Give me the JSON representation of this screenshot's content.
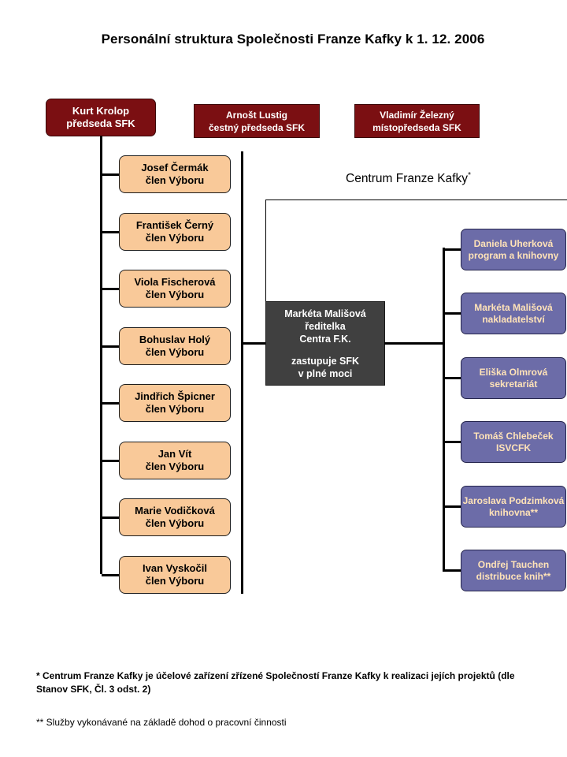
{
  "title": "Personální struktura Společnosti Franze Kafky k 1. 12. 2006",
  "leadership": [
    {
      "name": "Kurt Krolop",
      "role": "předseda SFK"
    },
    {
      "name": "Arnošt Lustig",
      "role": "čestný předseda SFK"
    },
    {
      "name": "Vladimír Železný",
      "role": "místopředseda SFK"
    }
  ],
  "committee": [
    {
      "name": "Josef Čermák",
      "role": "člen Výboru"
    },
    {
      "name": "František Černý",
      "role": "člen Výboru"
    },
    {
      "name": "Viola Fischerová",
      "role": "člen Výboru"
    },
    {
      "name": "Bohuslav Holý",
      "role": "člen Výboru"
    },
    {
      "name": "Jindřich Špicner",
      "role": "člen Výboru"
    },
    {
      "name": "Jan Vít",
      "role": "člen Výboru"
    },
    {
      "name": "Marie Vodičková",
      "role": "člen Výboru"
    },
    {
      "name": "Ivan Vyskočil",
      "role": "člen Výboru"
    }
  ],
  "center": {
    "label": "Centrum Franze Kafky",
    "label_mark": "*",
    "director": {
      "name": "Markéta Mališová",
      "role_line1": "ředitelka",
      "role_line2": "Centra F.K.",
      "note_line1": "zastupuje SFK",
      "note_line2": "v plné moci"
    },
    "staff": [
      {
        "name": "Daniela Uherková",
        "role": "program a knihovny"
      },
      {
        "name": "Markéta Mališová",
        "role": "nakladatelství"
      },
      {
        "name": "Eliška Olmrová",
        "role": "sekretariát"
      },
      {
        "name": "Tomáš Chlebeček",
        "role": "ISVCFK"
      },
      {
        "name": "Jaroslava Podzimková",
        "role": "knihovna**"
      },
      {
        "name": "Ondřej Tauchen",
        "role": "distribuce knih**"
      }
    ]
  },
  "footnotes": {
    "note1": "* Centrum Franze Kafky je účelové zařízení zřízené Společností Franze Kafky k realizaci jejích projektů (dle Stanov SFK, Čl. 3 odst. 2)",
    "note2": "** Služby vykonávané na základě dohod o pracovní činnosti"
  },
  "colors": {
    "leadership": "#7b0f12",
    "committee": "#f9c999",
    "director": "#404040",
    "staff": "#6c6ca8",
    "staff_text": "#ffe3b8"
  }
}
